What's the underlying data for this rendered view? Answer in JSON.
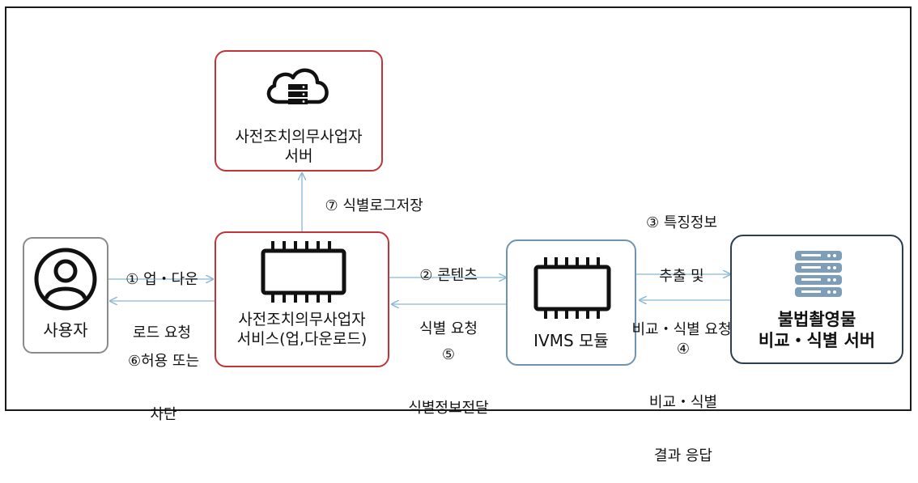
{
  "nodes": {
    "cloud_server": {
      "line1": "사전조치의무사업자",
      "line2": "서버"
    },
    "user": {
      "label": "사용자"
    },
    "service": {
      "line1": "사전조치의무사업자",
      "line2": "서비스(업,다운로드)"
    },
    "ivms": {
      "label": "IVMS 모듈"
    },
    "compare_server": {
      "line1": "불법촬영물",
      "line2": "비교・식별 서버"
    }
  },
  "edges": {
    "e1": {
      "num": "①",
      "line1": "업・다운",
      "line2": "로드 요청"
    },
    "e2": {
      "num": "②",
      "line1": "콘텐츠",
      "line2": "식별 요청"
    },
    "e3": {
      "num": "③",
      "line1": "특징정보",
      "line2": "추출 및",
      "line3": "비교・식별 요청"
    },
    "e4": {
      "num": "④",
      "line1": "비교・식별",
      "line2": "결과 응답"
    },
    "e5": {
      "num": "⑤",
      "line1": "식별정보전달"
    },
    "e6": {
      "num": "⑥",
      "line1": "허용 또는",
      "line2": "차단"
    },
    "e7": {
      "num": "⑦",
      "line1": "식별로그저장"
    }
  },
  "colors": {
    "red_border": "#c0343a",
    "gray_border": "#8a8a8a",
    "blue_border": "#6f93b0",
    "dark_border": "#2c3e50",
    "arrow": "#9cc3dc"
  }
}
